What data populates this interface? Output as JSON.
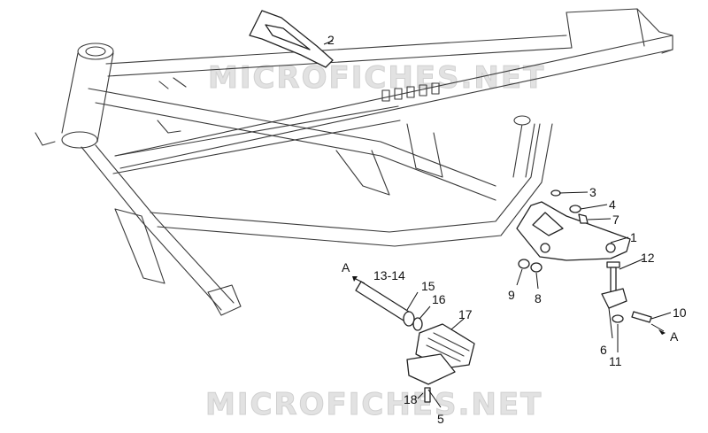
{
  "watermark": "MICROFICHES.NET",
  "accent_color": "#222222",
  "callouts": {
    "c1": "1",
    "c2": "2",
    "c3": "3",
    "c4": "4",
    "c5": "5",
    "c6": "6",
    "c7": "7",
    "c8": "8",
    "c9": "9",
    "c10": "10",
    "c11": "11",
    "c12": "12",
    "c13": "13-14",
    "c15": "15",
    "c16": "16",
    "c17": "17",
    "c18": "18",
    "arrowA1": "A",
    "arrowA2": "A"
  }
}
